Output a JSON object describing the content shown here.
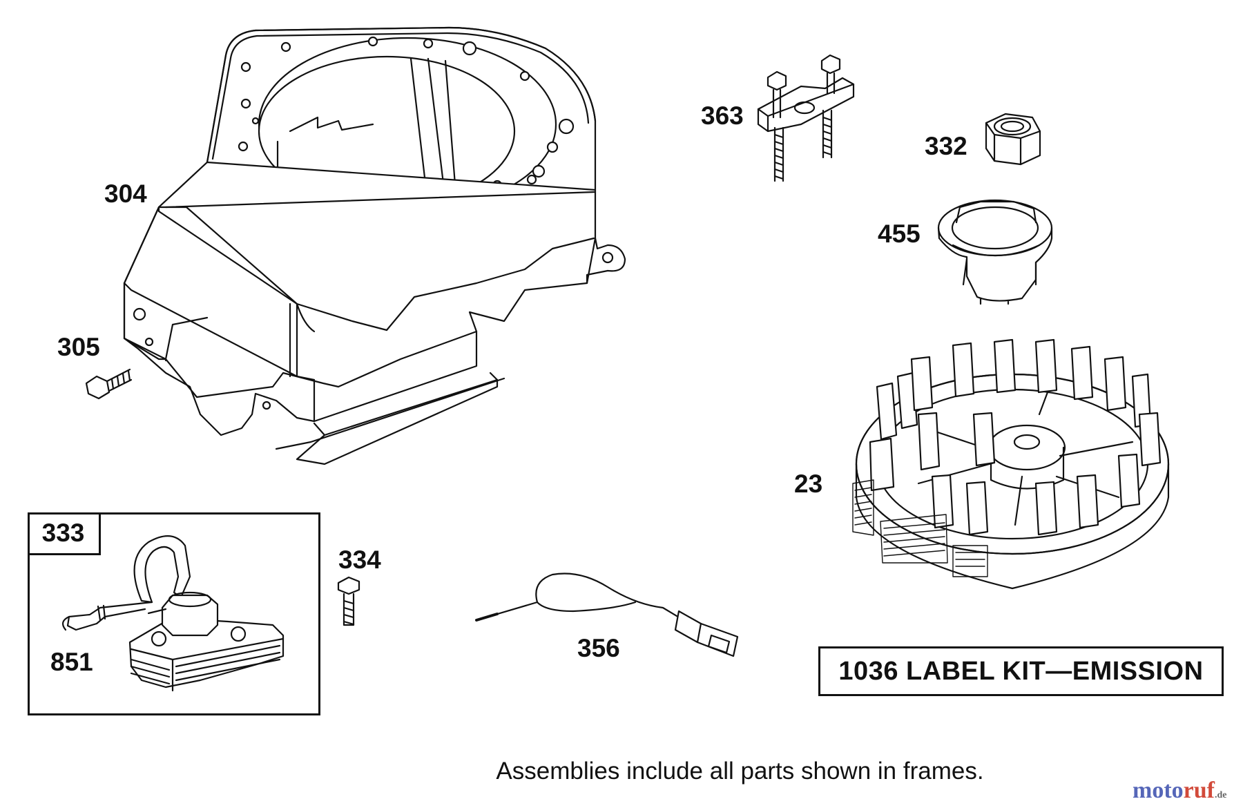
{
  "parts": {
    "p304": "304",
    "p305": "305",
    "p363": "363",
    "p332": "332",
    "p455": "455",
    "p23": "23",
    "p333": "333",
    "p334": "334",
    "p851": "851",
    "p356": "356"
  },
  "label_kit": "1036 LABEL KIT—EMISSION",
  "note": "Assemblies include all parts shown in frames.",
  "watermark": {
    "part1": "moto",
    "part2": "ruf",
    "part3": ".de"
  },
  "colors": {
    "ink": "#111111",
    "watermark_blue": "#5566b8",
    "watermark_red": "#d24a3a"
  }
}
